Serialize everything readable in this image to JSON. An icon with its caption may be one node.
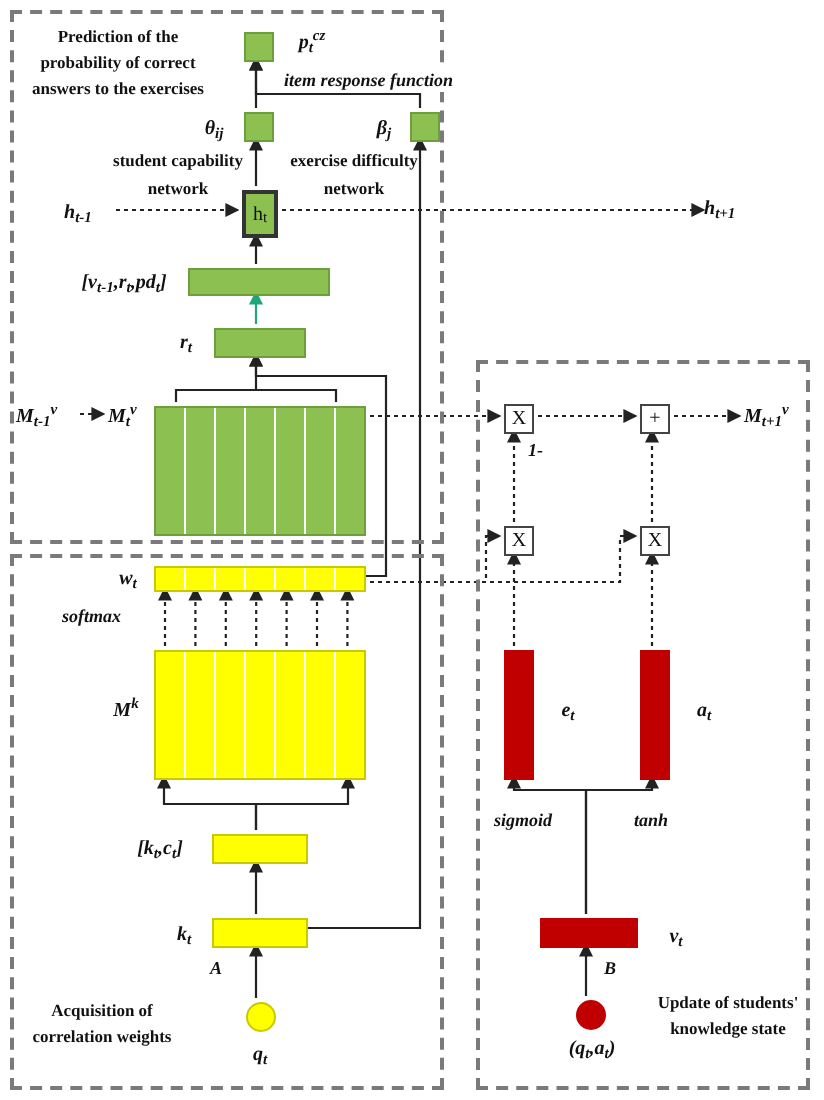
{
  "diagram": {
    "nodes": [
      {
        "text": [
          "Prediction of the probability of correct answers to the exercises"
        ]
      },
      {
        "text": [],
        "shape": "box",
        "in": 0,
        "beside": [
          "p$_{t}$$^{cz}$"
        ]
      },
      {
        "text": [],
        "shape": "box",
        "in": 0,
        "beside": [
          "θ$_{ij}$"
        ]
      },
      {
        "text": [],
        "shape": "box",
        "in": 0,
        "beside": [
          "β$_{j}$"
        ]
      },
      {
        "text": [
          "h$_{t-1}$"
        ],
        "in": 0
      },
      {
        "text": [
          "h$_{t}$"
        ],
        "in": 0
      },
      {
        "text": [
          "h$_{t+1}$"
        ]
      },
      {
        "text": [],
        "shape": "box",
        "in": 0,
        "beside": [
          "[v$_{t-1}$,r$_{t}$,pd$_{t}$]"
        ]
      },
      {
        "text": [],
        "shape": "box",
        "in": 0,
        "beside": [
          "r$_{t}$"
        ]
      },
      {
        "text": [
          "M$_{t-1}$$^{v}$"
        ],
        "in": 0
      },
      {
        "text": [
          "M$_{t}$$^{v}$"
        ],
        "in": 0
      },
      {
        "text": [],
        "shape": "box",
        "in": 0
      },
      {
        "text": [
          "Update of students' knowledge state"
        ]
      },
      {
        "text": [
          "X"
        ],
        "in": 12
      },
      {
        "text": [
          "+"
        ],
        "in": 12
      },
      {
        "text": [
          "M$_{t+1}$$^{v}$"
        ],
        "in": 12
      },
      {
        "text": [
          "X"
        ],
        "in": 12
      },
      {
        "text": [
          "X"
        ],
        "in": 12
      },
      {
        "text": [
          "Acquisition of correlation weights"
        ]
      },
      {
        "text": [],
        "shape": "box",
        "in": 18,
        "beside": [
          "w$_{t}$"
        ]
      },
      {
        "text": [],
        "shape": "box",
        "in": 18,
        "beside": [
          "M$^{k}$"
        ]
      },
      {
        "text": [],
        "shape": "box",
        "in": 18,
        "beside": [
          "[k$_{t}$,c$_{t}$]"
        ]
      },
      {
        "text": [],
        "shape": "box",
        "in": 18,
        "beside": [
          "k$_{t}$"
        ]
      },
      {
        "text": [],
        "shape": "circle",
        "in": 18,
        "beside": [
          "q$_{t}$"
        ]
      },
      {
        "text": [],
        "shape": "bar",
        "in": 12,
        "beside": [
          "e$_{t}$"
        ]
      },
      {
        "text": [],
        "shape": "bar",
        "in": 12,
        "beside": [
          "a$_{t}$"
        ]
      },
      {
        "text": [],
        "shape": "bar",
        "in": 12,
        "beside": [
          "v$_{t}$"
        ]
      },
      {
        "text": [],
        "shape": "circle",
        "in": 12,
        "beside": [
          "(q$_{t}$,a$_{t}$)"
        ]
      }
    ],
    "edges": [
      {
        "from": 2,
        "to": 1,
        "arrow": "to"
      },
      {
        "from": 3,
        "to": 1,
        "arrow": "to",
        "label": "item response function"
      },
      {
        "from": 5,
        "to": 2,
        "arrow": "to"
      },
      {
        "from": 4,
        "to": 5,
        "arrow": "to",
        "style": "dashed"
      },
      {
        "from": 5,
        "to": 6,
        "arrow": "to",
        "style": "dashed"
      },
      {
        "from": 7,
        "to": 5,
        "arrow": "to"
      },
      {
        "from": 8,
        "to": 7,
        "arrow": "to",
        "color": "#1fa67a"
      },
      {
        "from": 11,
        "to": 8,
        "arrow": "to"
      },
      {
        "from": 19,
        "to": 8,
        "arrow": "to"
      },
      {
        "from": 9,
        "to": 10,
        "arrow": "to",
        "style": "dashed"
      },
      {
        "from": 11,
        "to": 13,
        "arrow": "to",
        "style": "dashed"
      },
      {
        "from": 22,
        "to": 3,
        "arrow": "to"
      },
      {
        "from": 16,
        "to": 13,
        "arrow": "to",
        "style": "dashed",
        "label": "1-"
      },
      {
        "from": 13,
        "to": 14,
        "arrow": "to",
        "style": "dashed"
      },
      {
        "from": 17,
        "to": 14,
        "arrow": "to",
        "style": "dashed"
      },
      {
        "from": 14,
        "to": 15,
        "arrow": "to",
        "style": "dashed"
      },
      {
        "from": 19,
        "to": 16,
        "arrow": "to",
        "style": "dashed"
      },
      {
        "from": 19,
        "to": 17,
        "arrow": "to",
        "style": "dashed"
      },
      {
        "from": 20,
        "to": 19,
        "arrow": "to",
        "style": "dashed",
        "label": "softmax"
      },
      {
        "from": 21,
        "to": 20,
        "arrow": "to"
      },
      {
        "from": 22,
        "to": 21,
        "arrow": "to"
      },
      {
        "from": 23,
        "to": 22,
        "arrow": "to",
        "label": "A"
      },
      {
        "from": 24,
        "to": 16,
        "arrow": "to",
        "style": "dashed"
      },
      {
        "from": 25,
        "to": 17,
        "arrow": "to",
        "style": "dashed"
      },
      {
        "from": 26,
        "to": 24,
        "arrow": "to",
        "label": "sigmoid"
      },
      {
        "from": 26,
        "to": 25,
        "arrow": "to",
        "label": "tanh"
      },
      {
        "from": 27,
        "to": 26,
        "arrow": "to",
        "label": "B"
      }
    ],
    "labels": [
      "student capability network",
      "exercise difficulty network"
    ]
  }
}
